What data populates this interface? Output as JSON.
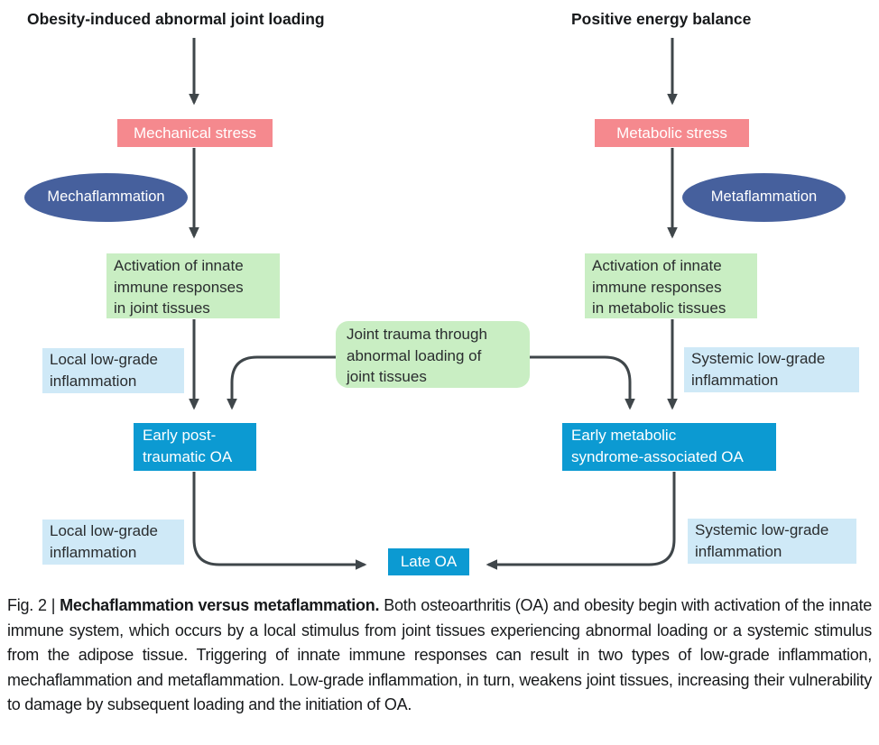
{
  "figure": {
    "left": {
      "header": "Obesity-induced abnormal joint loading",
      "stress_box": "Mechanical stress",
      "flammation_ellipse": "Mechaflammation",
      "activation_box": "Activation of innate\nimmune responses\nin joint tissues",
      "inflammation_box_upper": "Local low-grade\ninflammation",
      "early_oa_box": "Early post-\ntraumatic OA",
      "inflammation_box_lower": "Local low-grade\ninflammation"
    },
    "right": {
      "header": "Positive energy balance",
      "stress_box": "Metabolic stress",
      "flammation_ellipse": "Metaflammation",
      "activation_box": "Activation of innate\nimmune responses\nin metabolic tissues",
      "inflammation_box_upper": "Systemic low-grade\ninflammation",
      "early_oa_box": "Early metabolic\nsyndrome-associated OA",
      "inflammation_box_lower": "Systemic low-grade\ninflammation"
    },
    "center": {
      "trauma_box": "Joint trauma through\nabnormal loading of\njoint tissues",
      "late_oa_box": "Late OA"
    },
    "colors": {
      "stress_pink": "#f5898e",
      "ellipse_blue": "#46609d",
      "activation_green": "#c9eec3",
      "inflammation_blue": "#cfe9f7",
      "oa_cyan": "#0c9ad2",
      "arrow_gray": "#3f464a"
    }
  },
  "caption": {
    "fig_label": "Fig. 2 | ",
    "title": "Mechaflammation versus metaflammation.",
    "body": " Both osteoarthritis (OA) and obesity begin with activation of the innate immune system, which occurs by a local stimulus from joint tissues experiencing abnormal loading or a systemic stimulus from the adipose tissue. Triggering of innate immune responses can result in two types of low-grade inflammation, mechaflammation and metaflammation. Low-grade inflammation, in turn, weakens joint tissues, increasing their vulnerability to damage by subsequent loading and the initiation of OA."
  }
}
